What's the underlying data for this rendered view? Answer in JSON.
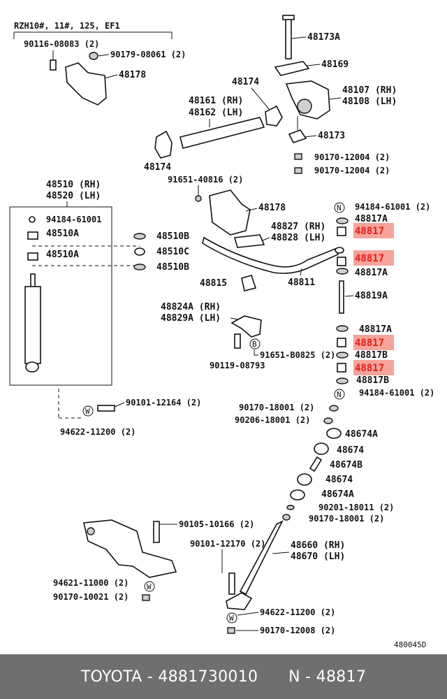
{
  "diagram": {
    "header_text": "RZH10#, 11#, 125, EF1",
    "ref_code": "480045D",
    "highlight_color": "#e0201a",
    "labels": {
      "l_90116": "90116-08083 (2)",
      "l_90179": "90179-08061 (2)",
      "l_48178a": "48178",
      "l_48173a": "48173A",
      "l_48169": "48169",
      "l_48174a": "48174",
      "l_48161": "48161 (RH)",
      "l_48162": "48162 (LH)",
      "l_48107": "48107 (RH)",
      "l_48108": "48108 (LH)",
      "l_48173": "48173",
      "l_48174b": "48174",
      "l_90170_12004a": "90170-12004 (2)",
      "l_90170_12004b": "90170-12004 (2)",
      "l_48510": "48510 (RH)",
      "l_48520": "48520 (LH)",
      "l_91651_40816": "91651-40816 (2)",
      "l_94184_box": "94184-61001",
      "l_48510a_1": "48510A",
      "l_48510a_2": "48510A",
      "l_48510b_1": "48510B",
      "l_48510c": "48510C",
      "l_48510b_2": "48510B",
      "l_48178b": "48178",
      "l_94184_r1": "94184-61001 (2)",
      "l_48817a_1": "48817A",
      "l_48827": "48827 (RH)",
      "l_48828": "48828 (LH)",
      "l_48817_1": "48817",
      "l_48817_2": "48817",
      "l_48817a_2": "48817A",
      "l_48815": "48815",
      "l_48811": "48811",
      "l_48819a": "48819A",
      "l_48824a": "48824A (RH)",
      "l_48829a": "48829A (LH)",
      "l_48817a_3": "48817A",
      "l_48817_3": "48817",
      "l_91651_b0825": "91651-B0825 (2)",
      "l_48817b_1": "48817B",
      "l_90119": "90119-08793",
      "l_48817_4": "48817",
      "l_48817b_2": "48817B",
      "l_94184_r2": "94184-61001 (2)",
      "l_90101_12164": "90101-12164 (2)",
      "l_94622_11200a": "94622-11200 (2)",
      "l_90170_18001a": "90170-18001 (2)",
      "l_90206_18001": "90206-18001 (2)",
      "l_48674a_1": "48674A",
      "l_48674_1": "48674",
      "l_48674b": "48674B",
      "l_48674_2": "48674",
      "l_48674a_2": "48674A",
      "l_90201_18011": "90201-18011 (2)",
      "l_90170_18001b": "90170-18001 (2)",
      "l_90105_10166": "90105-10166 (2)",
      "l_90101_12170": "90101-12170 (2)",
      "l_48660": "48660 (RH)",
      "l_48670": "48670 (LH)",
      "l_94621_11000": "94621-11000 (2)",
      "l_90170_10021": "90170-10021 (2)",
      "l_94622_11200b": "94622-11200 (2)",
      "l_90170_12008": "90170-12008 (2)",
      "sym_n1": "N",
      "sym_n2": "N",
      "sym_w1": "W",
      "sym_w2": "W",
      "sym_w3": "W",
      "sym_b": "B"
    }
  },
  "footer": {
    "brand": "TOYOTA",
    "separator": " - ",
    "part_number": "4881730010",
    "gap": "      ",
    "n_prefix": "N - ",
    "n_code": "48817"
  }
}
